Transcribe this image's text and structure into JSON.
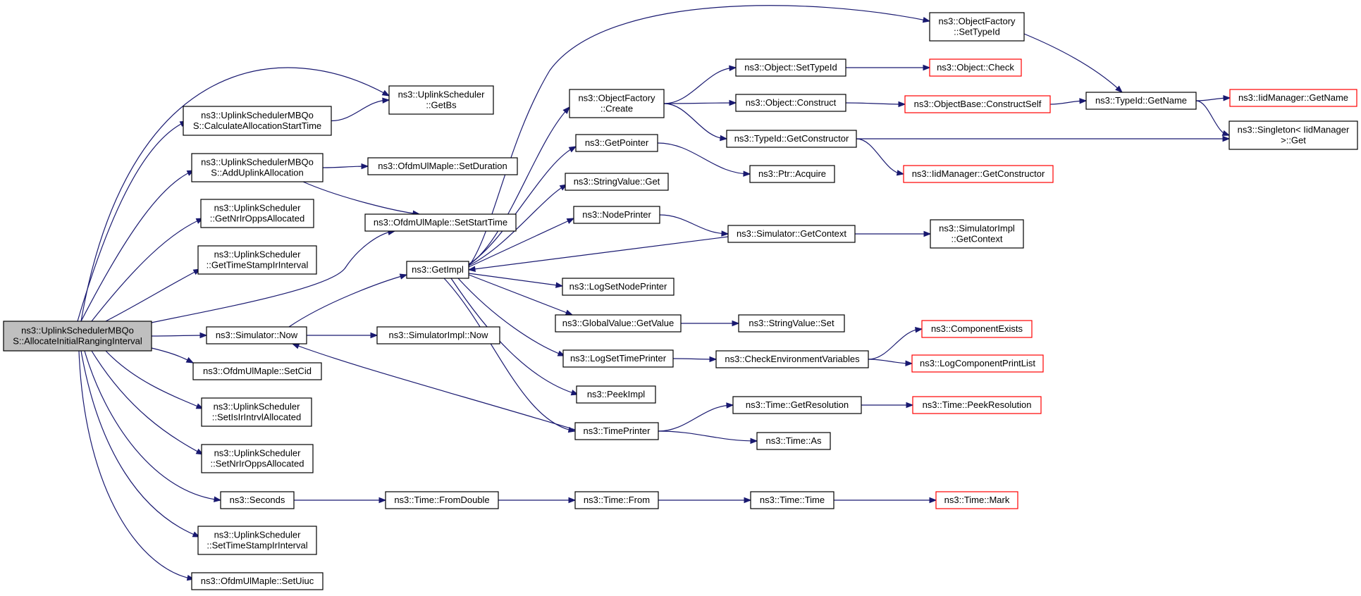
{
  "graph": {
    "edge_color": "#191970",
    "truncated_border_color": "#ff0000",
    "root_fill": "#bfbfbf",
    "nodes": [
      {
        "id": "root",
        "lines": [
          "ns3::UplinkSchedulerMBQo",
          "S::AllocateInitialRangingInterval"
        ],
        "root": true
      },
      {
        "id": "getbs",
        "lines": [
          "ns3::UplinkScheduler",
          "::GetBs"
        ]
      },
      {
        "id": "calcstart",
        "lines": [
          "ns3::UplinkSchedulerMBQo",
          "S::CalculateAllocationStartTime"
        ]
      },
      {
        "id": "adduplink",
        "lines": [
          "ns3::UplinkSchedulerMBQo",
          "S::AddUplinkAllocation"
        ]
      },
      {
        "id": "setduration",
        "lines": [
          "ns3::OfdmUlMaple::SetDuration"
        ]
      },
      {
        "id": "getnrir",
        "lines": [
          "ns3::UplinkScheduler",
          "::GetNrIrOppsAllocated"
        ]
      },
      {
        "id": "setstarttime",
        "lines": [
          "ns3::OfdmUlMaple::SetStartTime"
        ]
      },
      {
        "id": "gettimestamp",
        "lines": [
          "ns3::UplinkScheduler",
          "::GetTimeStampIrInterval"
        ]
      },
      {
        "id": "simnow",
        "lines": [
          "ns3::Simulator::Now"
        ]
      },
      {
        "id": "getimpl",
        "lines": [
          "ns3::GetImpl"
        ]
      },
      {
        "id": "simimplnow",
        "lines": [
          "ns3::SimulatorImpl::Now"
        ]
      },
      {
        "id": "setcid",
        "lines": [
          "ns3::OfdmUlMaple::SetCid"
        ]
      },
      {
        "id": "setisir",
        "lines": [
          "ns3::UplinkScheduler",
          "::SetIsIrIntrvlAllocated"
        ]
      },
      {
        "id": "setnrir",
        "lines": [
          "ns3::UplinkScheduler",
          "::SetNrIrOppsAllocated"
        ]
      },
      {
        "id": "seconds",
        "lines": [
          "ns3::Seconds"
        ]
      },
      {
        "id": "fromdouble",
        "lines": [
          "ns3::Time::FromDouble"
        ]
      },
      {
        "id": "timefrom",
        "lines": [
          "ns3::Time::From"
        ]
      },
      {
        "id": "timetime",
        "lines": [
          "ns3::Time::Time"
        ]
      },
      {
        "id": "timemark",
        "lines": [
          "ns3::Time::Mark"
        ],
        "truncated": true
      },
      {
        "id": "settimestamp",
        "lines": [
          "ns3::UplinkScheduler",
          "::SetTimeStampIrInterval"
        ]
      },
      {
        "id": "setuiuc",
        "lines": [
          "ns3::OfdmUlMaple::SetUiuc"
        ]
      },
      {
        "id": "ofcreate",
        "lines": [
          "ns3::ObjectFactory",
          "::Create"
        ]
      },
      {
        "id": "ofsettypeid",
        "lines": [
          "ns3::ObjectFactory",
          "::SetTypeId"
        ]
      },
      {
        "id": "objsettypeid",
        "lines": [
          "ns3::Object::SetTypeId"
        ]
      },
      {
        "id": "objcheck",
        "lines": [
          "ns3::Object::Check"
        ],
        "truncated": true
      },
      {
        "id": "objconstruct",
        "lines": [
          "ns3::Object::Construct"
        ]
      },
      {
        "id": "objbaseconstruct",
        "lines": [
          "ns3::ObjectBase::ConstructSelf"
        ],
        "truncated": true
      },
      {
        "id": "typeidgetname",
        "lines": [
          "ns3::TypeId::GetName"
        ]
      },
      {
        "id": "iidgetname",
        "lines": [
          "ns3::IidManager::GetName"
        ],
        "truncated": true
      },
      {
        "id": "typeidgetctor",
        "lines": [
          "ns3::TypeId::GetConstructor"
        ]
      },
      {
        "id": "singletonget",
        "lines": [
          "ns3::Singleton< IidManager",
          " >::Get"
        ]
      },
      {
        "id": "iidgetctor",
        "lines": [
          "ns3::IidManager::GetConstructor"
        ],
        "truncated": true
      },
      {
        "id": "getpointer",
        "lines": [
          "ns3::GetPointer"
        ]
      },
      {
        "id": "ptracquire",
        "lines": [
          "ns3::Ptr::Acquire"
        ]
      },
      {
        "id": "stringget",
        "lines": [
          "ns3::StringValue::Get"
        ]
      },
      {
        "id": "nodeprinter",
        "lines": [
          "ns3::NodePrinter"
        ]
      },
      {
        "id": "simgetcontext",
        "lines": [
          "ns3::Simulator::GetContext"
        ]
      },
      {
        "id": "simimplgetcontext",
        "lines": [
          "ns3::SimulatorImpl",
          "::GetContext"
        ]
      },
      {
        "id": "logsetnode",
        "lines": [
          "ns3::LogSetNodePrinter"
        ]
      },
      {
        "id": "gvgetvalue",
        "lines": [
          "ns3::GlobalValue::GetValue"
        ]
      },
      {
        "id": "stringset",
        "lines": [
          "ns3::StringValue::Set"
        ]
      },
      {
        "id": "logsettime",
        "lines": [
          "ns3::LogSetTimePrinter"
        ]
      },
      {
        "id": "checkenv",
        "lines": [
          "ns3::CheckEnvironmentVariables"
        ]
      },
      {
        "id": "compexists",
        "lines": [
          "ns3::ComponentExists"
        ],
        "truncated": true
      },
      {
        "id": "logcompprint",
        "lines": [
          "ns3::LogComponentPrintList"
        ],
        "truncated": true
      },
      {
        "id": "peekimpl",
        "lines": [
          "ns3::PeekImpl"
        ]
      },
      {
        "id": "timeprinter",
        "lines": [
          "ns3::TimePrinter"
        ]
      },
      {
        "id": "timegetres",
        "lines": [
          "ns3::Time::GetResolution"
        ]
      },
      {
        "id": "timepeekres",
        "lines": [
          "ns3::Time::PeekResolution"
        ],
        "truncated": true
      },
      {
        "id": "timeas",
        "lines": [
          "ns3::Time::As"
        ]
      }
    ],
    "edges": [
      [
        "root",
        "getbs"
      ],
      [
        "root",
        "calcstart"
      ],
      [
        "root",
        "adduplink"
      ],
      [
        "root",
        "getnrir"
      ],
      [
        "root",
        "gettimestamp"
      ],
      [
        "root",
        "setstarttime"
      ],
      [
        "root",
        "simnow"
      ],
      [
        "root",
        "setcid"
      ],
      [
        "root",
        "setisir"
      ],
      [
        "root",
        "setnrir"
      ],
      [
        "root",
        "seconds"
      ],
      [
        "root",
        "settimestamp"
      ],
      [
        "root",
        "setuiuc"
      ],
      [
        "calcstart",
        "getbs"
      ],
      [
        "adduplink",
        "setduration"
      ],
      [
        "adduplink",
        "setstarttime"
      ],
      [
        "simnow",
        "getimpl"
      ],
      [
        "simnow",
        "simimplnow"
      ],
      [
        "seconds",
        "fromdouble"
      ],
      [
        "fromdouble",
        "timefrom"
      ],
      [
        "timefrom",
        "timetime"
      ],
      [
        "timetime",
        "timemark"
      ],
      [
        "getimpl",
        "ofcreate"
      ],
      [
        "getimpl",
        "ofsettypeid"
      ],
      [
        "getimpl",
        "getpointer"
      ],
      [
        "getimpl",
        "stringget"
      ],
      [
        "getimpl",
        "nodeprinter"
      ],
      [
        "getimpl",
        "logsetnode"
      ],
      [
        "getimpl",
        "gvgetvalue"
      ],
      [
        "getimpl",
        "logsettime"
      ],
      [
        "getimpl",
        "peekimpl"
      ],
      [
        "getimpl",
        "timeprinter"
      ],
      [
        "ofcreate",
        "objsettypeid"
      ],
      [
        "ofcreate",
        "objconstruct"
      ],
      [
        "ofcreate",
        "typeidgetctor"
      ],
      [
        "ofsettypeid",
        "typeidgetname"
      ],
      [
        "objsettypeid",
        "objcheck"
      ],
      [
        "objconstruct",
        "objbaseconstruct"
      ],
      [
        "objbaseconstruct",
        "typeidgetname"
      ],
      [
        "typeidgetname",
        "iidgetname"
      ],
      [
        "typeidgetname",
        "singletonget"
      ],
      [
        "typeidgetctor",
        "singletonget"
      ],
      [
        "typeidgetctor",
        "iidgetctor"
      ],
      [
        "getpointer",
        "ptracquire"
      ],
      [
        "nodeprinter",
        "simgetcontext"
      ],
      [
        "simgetcontext",
        "getimpl"
      ],
      [
        "simgetcontext",
        "simimplgetcontext"
      ],
      [
        "gvgetvalue",
        "stringset"
      ],
      [
        "logsettime",
        "checkenv"
      ],
      [
        "checkenv",
        "compexists"
      ],
      [
        "checkenv",
        "logcompprint"
      ],
      [
        "timeprinter",
        "simnow"
      ],
      [
        "timeprinter",
        "timegetres"
      ],
      [
        "timeprinter",
        "timeas"
      ],
      [
        "timegetres",
        "timepeekres"
      ]
    ]
  }
}
